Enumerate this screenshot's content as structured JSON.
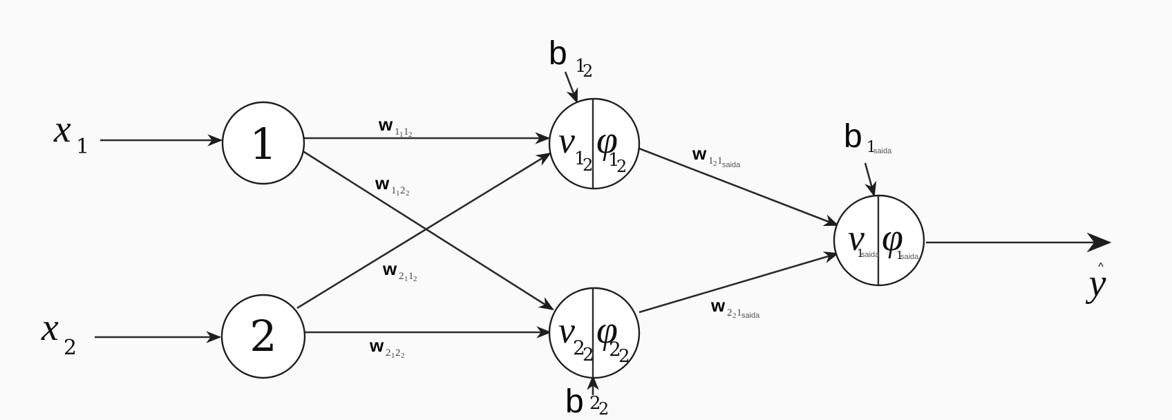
{
  "diagram": {
    "title": "",
    "inputs": [
      {
        "id": "x1",
        "symbol": "x",
        "index": "1"
      },
      {
        "id": "x2",
        "symbol": "x",
        "index": "2"
      }
    ],
    "input_nodes": [
      {
        "id": "n1",
        "label": "1"
      },
      {
        "id": "n2",
        "label": "2"
      }
    ],
    "hidden_nodes": [
      {
        "id": "h12",
        "v": "v",
        "v_sub": "1",
        "v_subsub": "2",
        "phi": "φ",
        "phi_sub": "1",
        "phi_subsub": "2"
      },
      {
        "id": "h22",
        "v": "v",
        "v_sub": "2",
        "v_subsub": "2",
        "phi": "φ",
        "phi_sub": "2",
        "phi_subsub": "2"
      }
    ],
    "output_node": {
      "id": "out",
      "v": "v",
      "v_sub": "1",
      "v_subsub": "saida",
      "phi": "φ",
      "phi_sub": "1",
      "phi_subsub": "saida"
    },
    "biases": [
      {
        "id": "b12",
        "symbol": "b",
        "sub": "1",
        "subsub": "2"
      },
      {
        "id": "b22",
        "symbol": "b",
        "sub": "2",
        "subsub": "2"
      },
      {
        "id": "b1saida",
        "symbol": "b",
        "sub": "1",
        "subsub": "saida"
      }
    ],
    "weights": [
      {
        "id": "w1112",
        "symbol": "w",
        "a": "1",
        "a_sub": "1",
        "b": "1",
        "b_sub": "2"
      },
      {
        "id": "w1122",
        "symbol": "w",
        "a": "1",
        "a_sub": "1",
        "b": "2",
        "b_sub": "2"
      },
      {
        "id": "w2112",
        "symbol": "w",
        "a": "2",
        "a_sub": "1",
        "b": "1",
        "b_sub": "2"
      },
      {
        "id": "w2122",
        "symbol": "w",
        "a": "2",
        "a_sub": "1",
        "b": "2",
        "b_sub": "2"
      },
      {
        "id": "w121saida",
        "symbol": "w",
        "a": "1",
        "a_sub": "2",
        "b": "1",
        "b_sub": "saida"
      },
      {
        "id": "w221saida",
        "symbol": "w",
        "a": "2",
        "a_sub": "2",
        "b": "1",
        "b_sub": "saida"
      }
    ],
    "output": {
      "symbol": "y",
      "hat": "^"
    }
  }
}
